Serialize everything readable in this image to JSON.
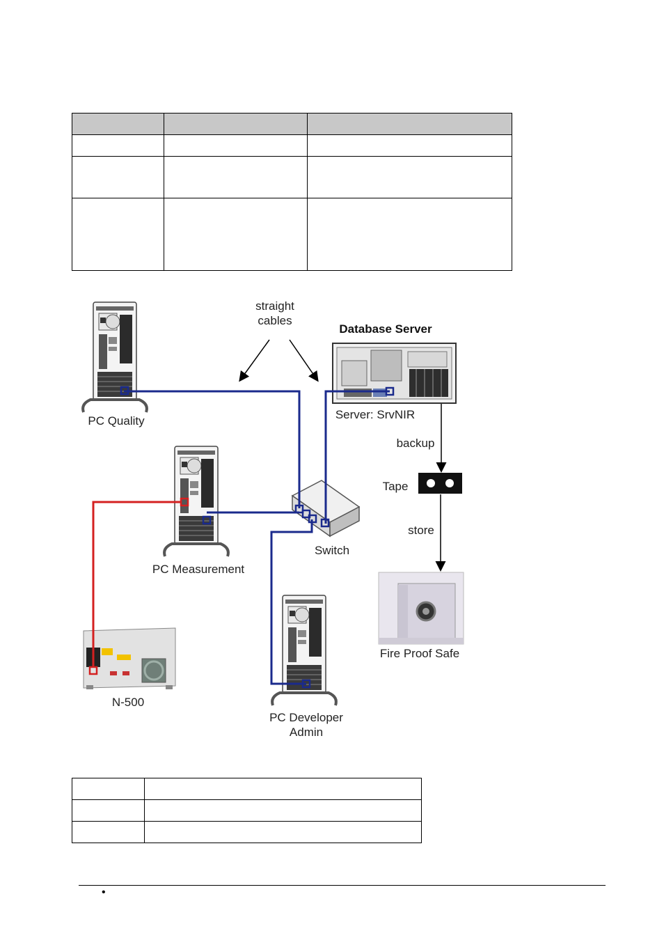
{
  "diagram": {
    "labels": {
      "pc_quality": "PC Quality",
      "straight_cables": [
        "straight",
        "cables"
      ],
      "database_server": "Database Server",
      "server": "Server: SrvNIR",
      "backup": "backup",
      "tape": "Tape",
      "store": "store",
      "switch": "Switch",
      "pc_measurement": "PC Measurement",
      "fire_proof_safe": "Fire Proof Safe",
      "n500": "N-500",
      "pc_developer_admin": [
        "PC Developer",
        "Admin"
      ]
    },
    "colors": {
      "lan_cable": "#1a2a8c",
      "instrument_cable": "#d42020",
      "arrow": "#000000"
    },
    "icons": [
      "pc-tower-icon",
      "server-icon",
      "switch-icon",
      "tape-icon",
      "safe-icon",
      "instrument-icon"
    ]
  },
  "footer": {
    "bullet": "•"
  }
}
